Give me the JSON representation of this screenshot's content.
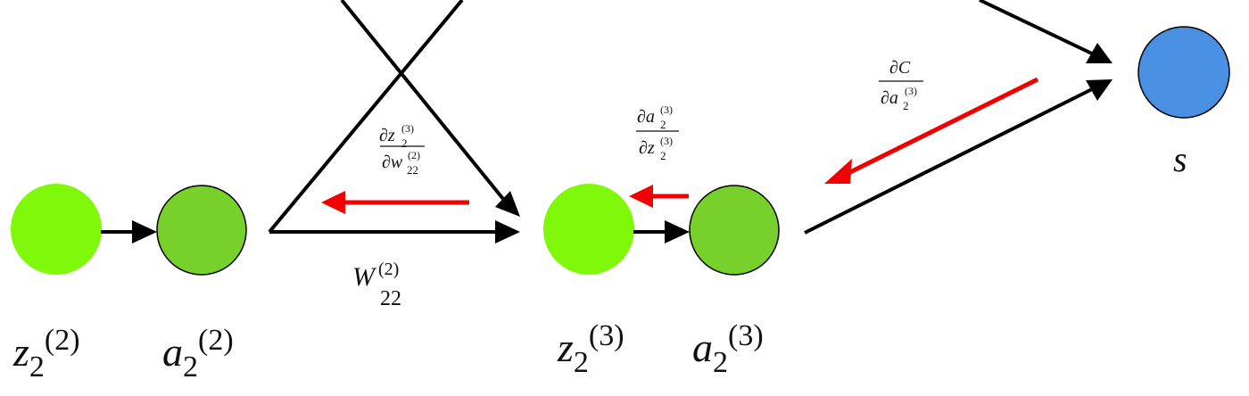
{
  "diagram": {
    "title": "Backpropagation chain rule for weight w22 (layer 2)",
    "colors": {
      "z_node": "#80F80A",
      "a_node": "#78D02A",
      "s_node": "#4A90E2",
      "forward_edge": "#000000",
      "backward_edge": "#F00000"
    },
    "nodes": [
      {
        "id": "z2_2",
        "var": "z",
        "sub": "2",
        "sup": "(2)"
      },
      {
        "id": "a2_2",
        "var": "a",
        "sub": "2",
        "sup": "(2)"
      },
      {
        "id": "z2_3",
        "var": "z",
        "sub": "2",
        "sup": "(3)"
      },
      {
        "id": "a2_3",
        "var": "a",
        "sub": "2",
        "sup": "(3)"
      },
      {
        "id": "s",
        "var": "s",
        "sub": "",
        "sup": ""
      }
    ],
    "weight_label": {
      "var": "W",
      "sub": "22",
      "sup": "(2)"
    },
    "derivatives": [
      {
        "id": "dz_dw",
        "num_var": "∂z",
        "num_sub": "2",
        "num_sup": "(3)",
        "den_var": "∂w",
        "den_sub": "22",
        "den_sup": "(2)"
      },
      {
        "id": "da_dz",
        "num_var": "∂a",
        "num_sub": "2",
        "num_sup": "(3)",
        "den_var": "∂z",
        "den_sub": "2",
        "den_sup": "(3)"
      },
      {
        "id": "dC_da",
        "num_var": "∂C",
        "num_sub": "",
        "num_sup": "",
        "den_var": "∂a",
        "den_sub": "2",
        "den_sup": "(3)"
      }
    ]
  }
}
